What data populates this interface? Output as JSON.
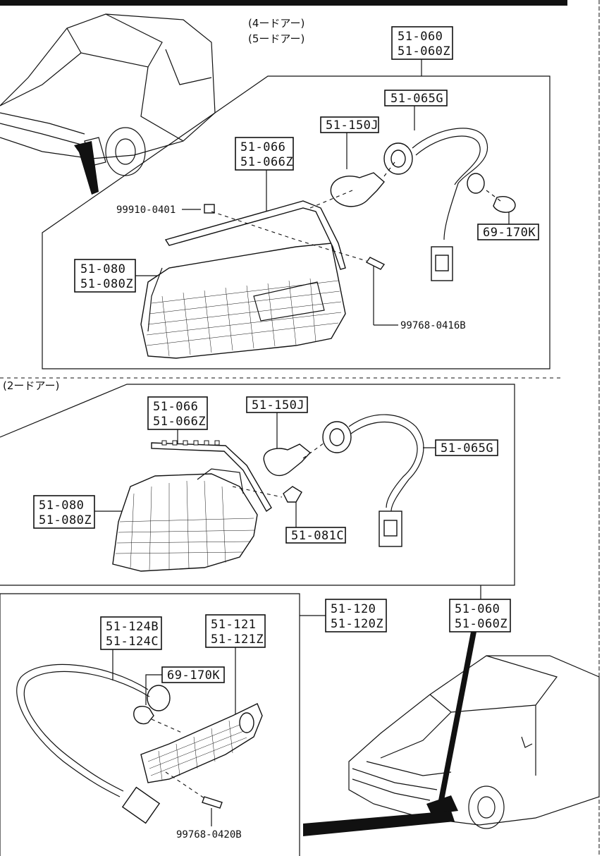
{
  "sections": {
    "four_door_label": "(4ードアー)",
    "five_door_label": "(5ードアー)",
    "two_door_label": "(2ードアー)"
  },
  "top": {
    "combo_lamp_assy": [
      "51-060",
      "51-060Z"
    ],
    "socket_wire": "51-065G",
    "bulb": "51-150J",
    "gasket": [
      "51-066",
      "51-066Z"
    ],
    "clip": "99910-0401",
    "lens": [
      "51-080",
      "51-080Z"
    ],
    "screw": "99768-0416B",
    "side_bulb": "69-170K"
  },
  "middle": {
    "gasket": [
      "51-066",
      "51-066Z"
    ],
    "bulb": "51-150J",
    "socket_wire": "51-065G",
    "lens": [
      "51-080",
      "51-080Z"
    ],
    "clip": "51-081C",
    "combo_lamp_assy": [
      "51-060",
      "51-060Z"
    ]
  },
  "bottom": {
    "side_lamp_assy": [
      "51-120",
      "51-120Z"
    ],
    "socket": [
      "51-124B",
      "51-124C"
    ],
    "lens": [
      "51-121",
      "51-121Z"
    ],
    "bulb": "69-170K",
    "screw": "99768-0420B"
  }
}
